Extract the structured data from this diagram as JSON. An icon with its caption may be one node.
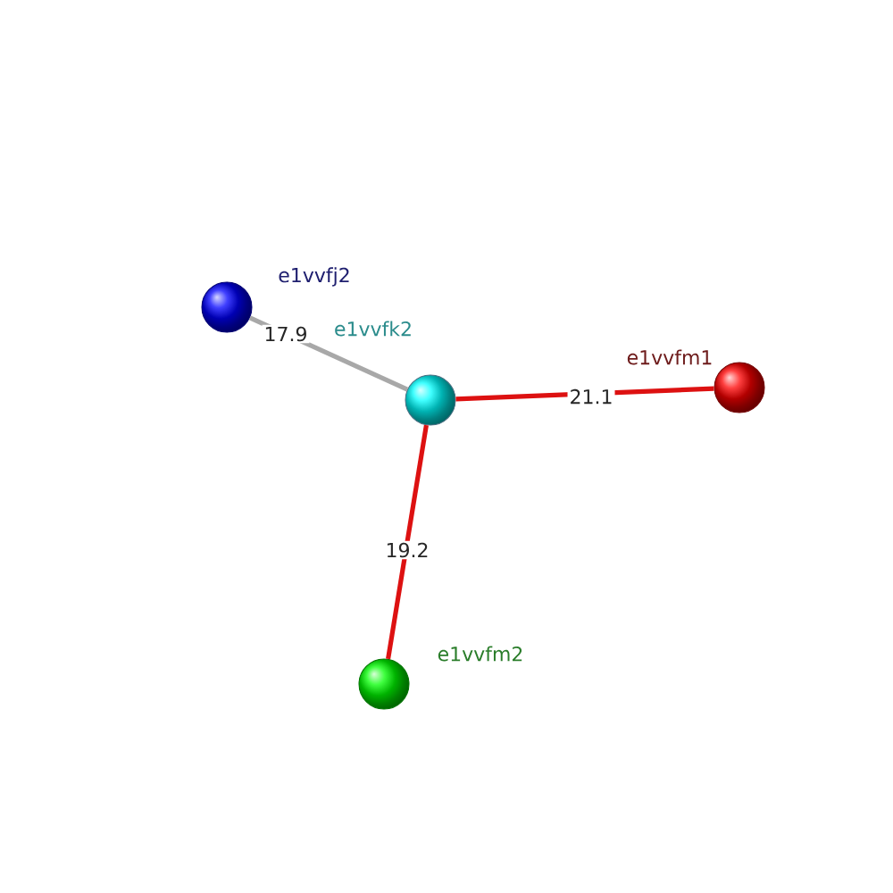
{
  "diagram": {
    "nodes": [
      {
        "text": [],
        "shape": "circle",
        "beside": [
          "e1vvfj2"
        ]
      },
      {
        "text": [],
        "shape": "circle",
        "beside": [
          "e1vvfk2"
        ]
      },
      {
        "text": [],
        "shape": "circle",
        "beside": [
          "e1vvfm1"
        ]
      },
      {
        "text": [],
        "shape": "circle",
        "beside": [
          "e1vvfm2"
        ]
      }
    ],
    "edges": [
      {
        "from": 0,
        "to": 1,
        "arrow": "none",
        "label": "17.9",
        "color": "#a8a8a8"
      },
      {
        "from": 1,
        "to": 2,
        "arrow": "none",
        "label": "21.1"
      },
      {
        "from": 1,
        "to": 3,
        "arrow": "none",
        "label": "19.2"
      }
    ]
  }
}
